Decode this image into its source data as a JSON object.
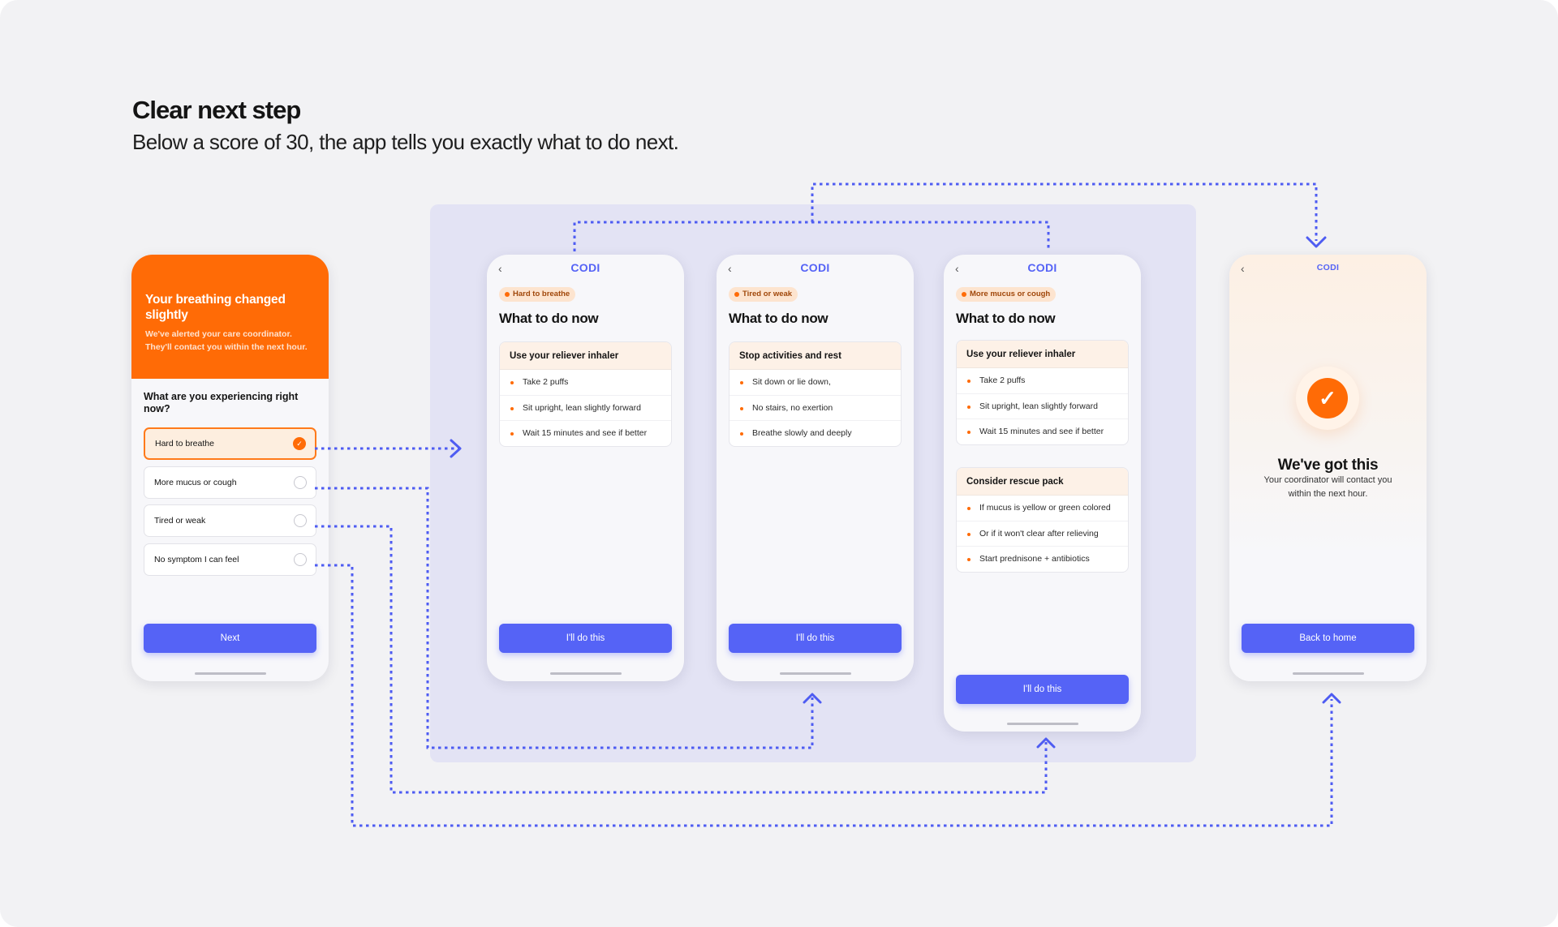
{
  "heading": {
    "title": "Clear next step",
    "subtitle": "Below a score of 30, the app tells you exactly what to do next."
  },
  "colors": {
    "accent": "#5563f6",
    "alert_orange": "#ff6b06",
    "connector": "#4e5cf2"
  },
  "screen_checkin": {
    "hero_title": "Your breathing changed slightly",
    "hero_text": "We've alerted your care coordinator. They'll contact you within the next hour.",
    "question": "What are you experiencing right now?",
    "options": [
      {
        "label": "Hard to breathe",
        "selected": true
      },
      {
        "label": "More mucus or cough",
        "selected": false
      },
      {
        "label": "Tired or weak",
        "selected": false
      },
      {
        "label": "No symptom I can feel",
        "selected": false
      }
    ],
    "next_label": "Next"
  },
  "screen_hard_to_breathe": {
    "logo": "CODI",
    "tag": "Hard to breathe",
    "title": "What to do now",
    "card_title": "Use your reliever inhaler",
    "steps": [
      "Take 2 puffs",
      "Sit upright, lean slightly forward",
      "Wait 15 minutes and see if better"
    ],
    "button": "I'll do this"
  },
  "screen_tired": {
    "logo": "CODI",
    "tag": "Tired or weak",
    "title": "What to do now",
    "card_title": "Stop activities and rest",
    "steps": [
      "Sit down or lie down,",
      "No stairs, no exertion",
      "Breathe slowly and deeply"
    ],
    "button": "I'll do this"
  },
  "screen_mucus": {
    "logo": "CODI",
    "tag": "More mucus or cough",
    "title": "What to do now",
    "card1_title": "Use your reliever inhaler",
    "card1_steps": [
      "Take 2 puffs",
      "Sit upright, lean slightly forward",
      "Wait 15 minutes and see if better"
    ],
    "card2_title": "Consider rescue pack",
    "card2_steps": [
      "If mucus is yellow or green colored",
      "Or if it won't clear after relieving",
      "Start prednisone + antibiotics"
    ],
    "button": "I'll do this"
  },
  "screen_done": {
    "logo": "CODI",
    "title": "We've got this",
    "text": "Your coordinator will contact you within the next hour.",
    "button": "Back to home"
  },
  "icons": [
    "chevron-left-icon",
    "checkmark-icon",
    "radio-empty-icon",
    "arrow-icon"
  ]
}
